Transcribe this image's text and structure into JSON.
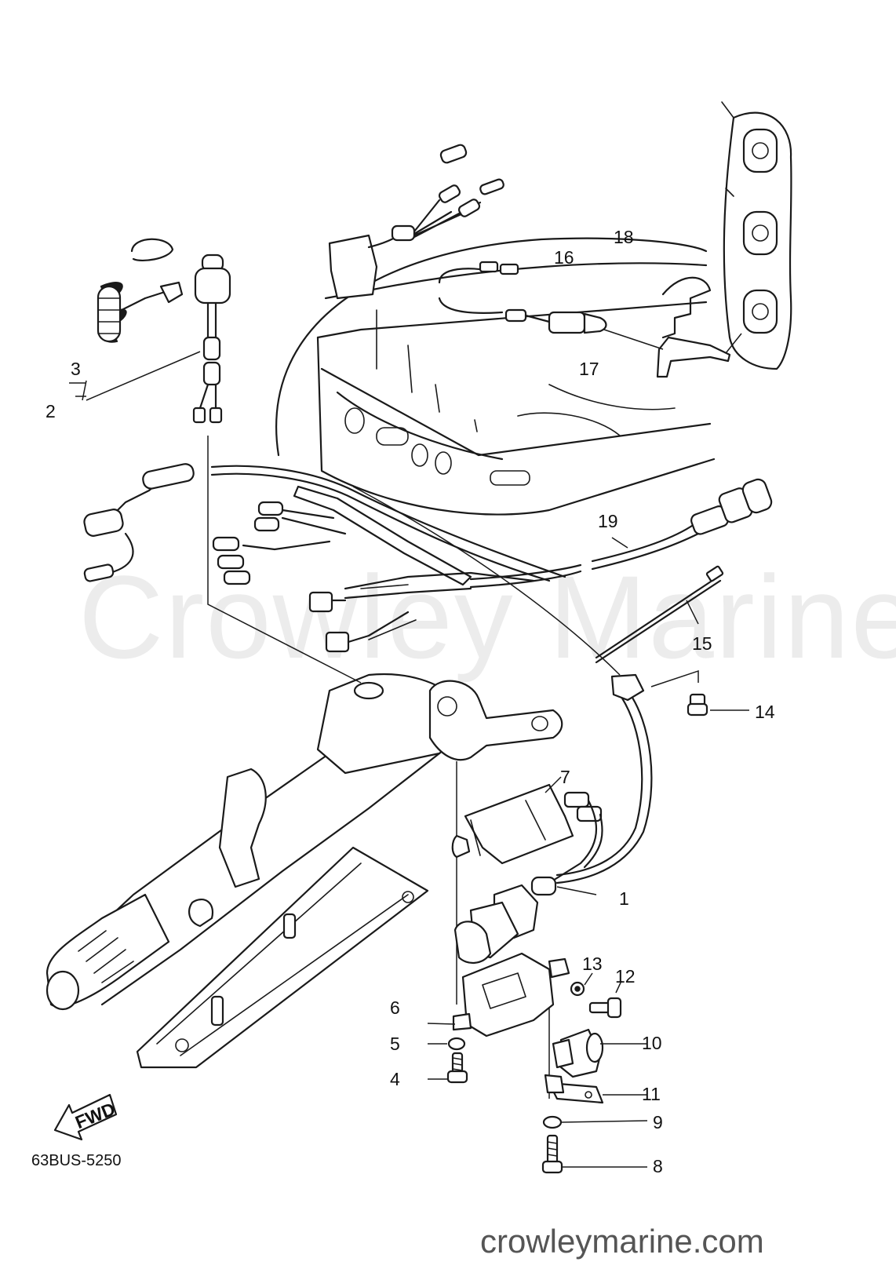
{
  "diagram": {
    "drawing_code": "63BUS-5250",
    "direction_label": "FWD",
    "watermark_text": "Crowley Marine",
    "site_text": "crowleymarine.com",
    "callouts": [
      {
        "id": "c1",
        "label": "1"
      },
      {
        "id": "c2",
        "label": "2"
      },
      {
        "id": "c3",
        "label": "3"
      },
      {
        "id": "c4",
        "label": "4"
      },
      {
        "id": "c5",
        "label": "5"
      },
      {
        "id": "c6",
        "label": "6"
      },
      {
        "id": "c7",
        "label": "7"
      },
      {
        "id": "c8",
        "label": "8"
      },
      {
        "id": "c9",
        "label": "9"
      },
      {
        "id": "c10",
        "label": "10"
      },
      {
        "id": "c11",
        "label": "11"
      },
      {
        "id": "c12",
        "label": "12"
      },
      {
        "id": "c13",
        "label": "13"
      },
      {
        "id": "c14",
        "label": "14"
      },
      {
        "id": "c15",
        "label": "15"
      },
      {
        "id": "c16",
        "label": "16"
      },
      {
        "id": "c17",
        "label": "17"
      },
      {
        "id": "c18",
        "label": "18"
      },
      {
        "id": "c19",
        "label": "19"
      }
    ]
  }
}
